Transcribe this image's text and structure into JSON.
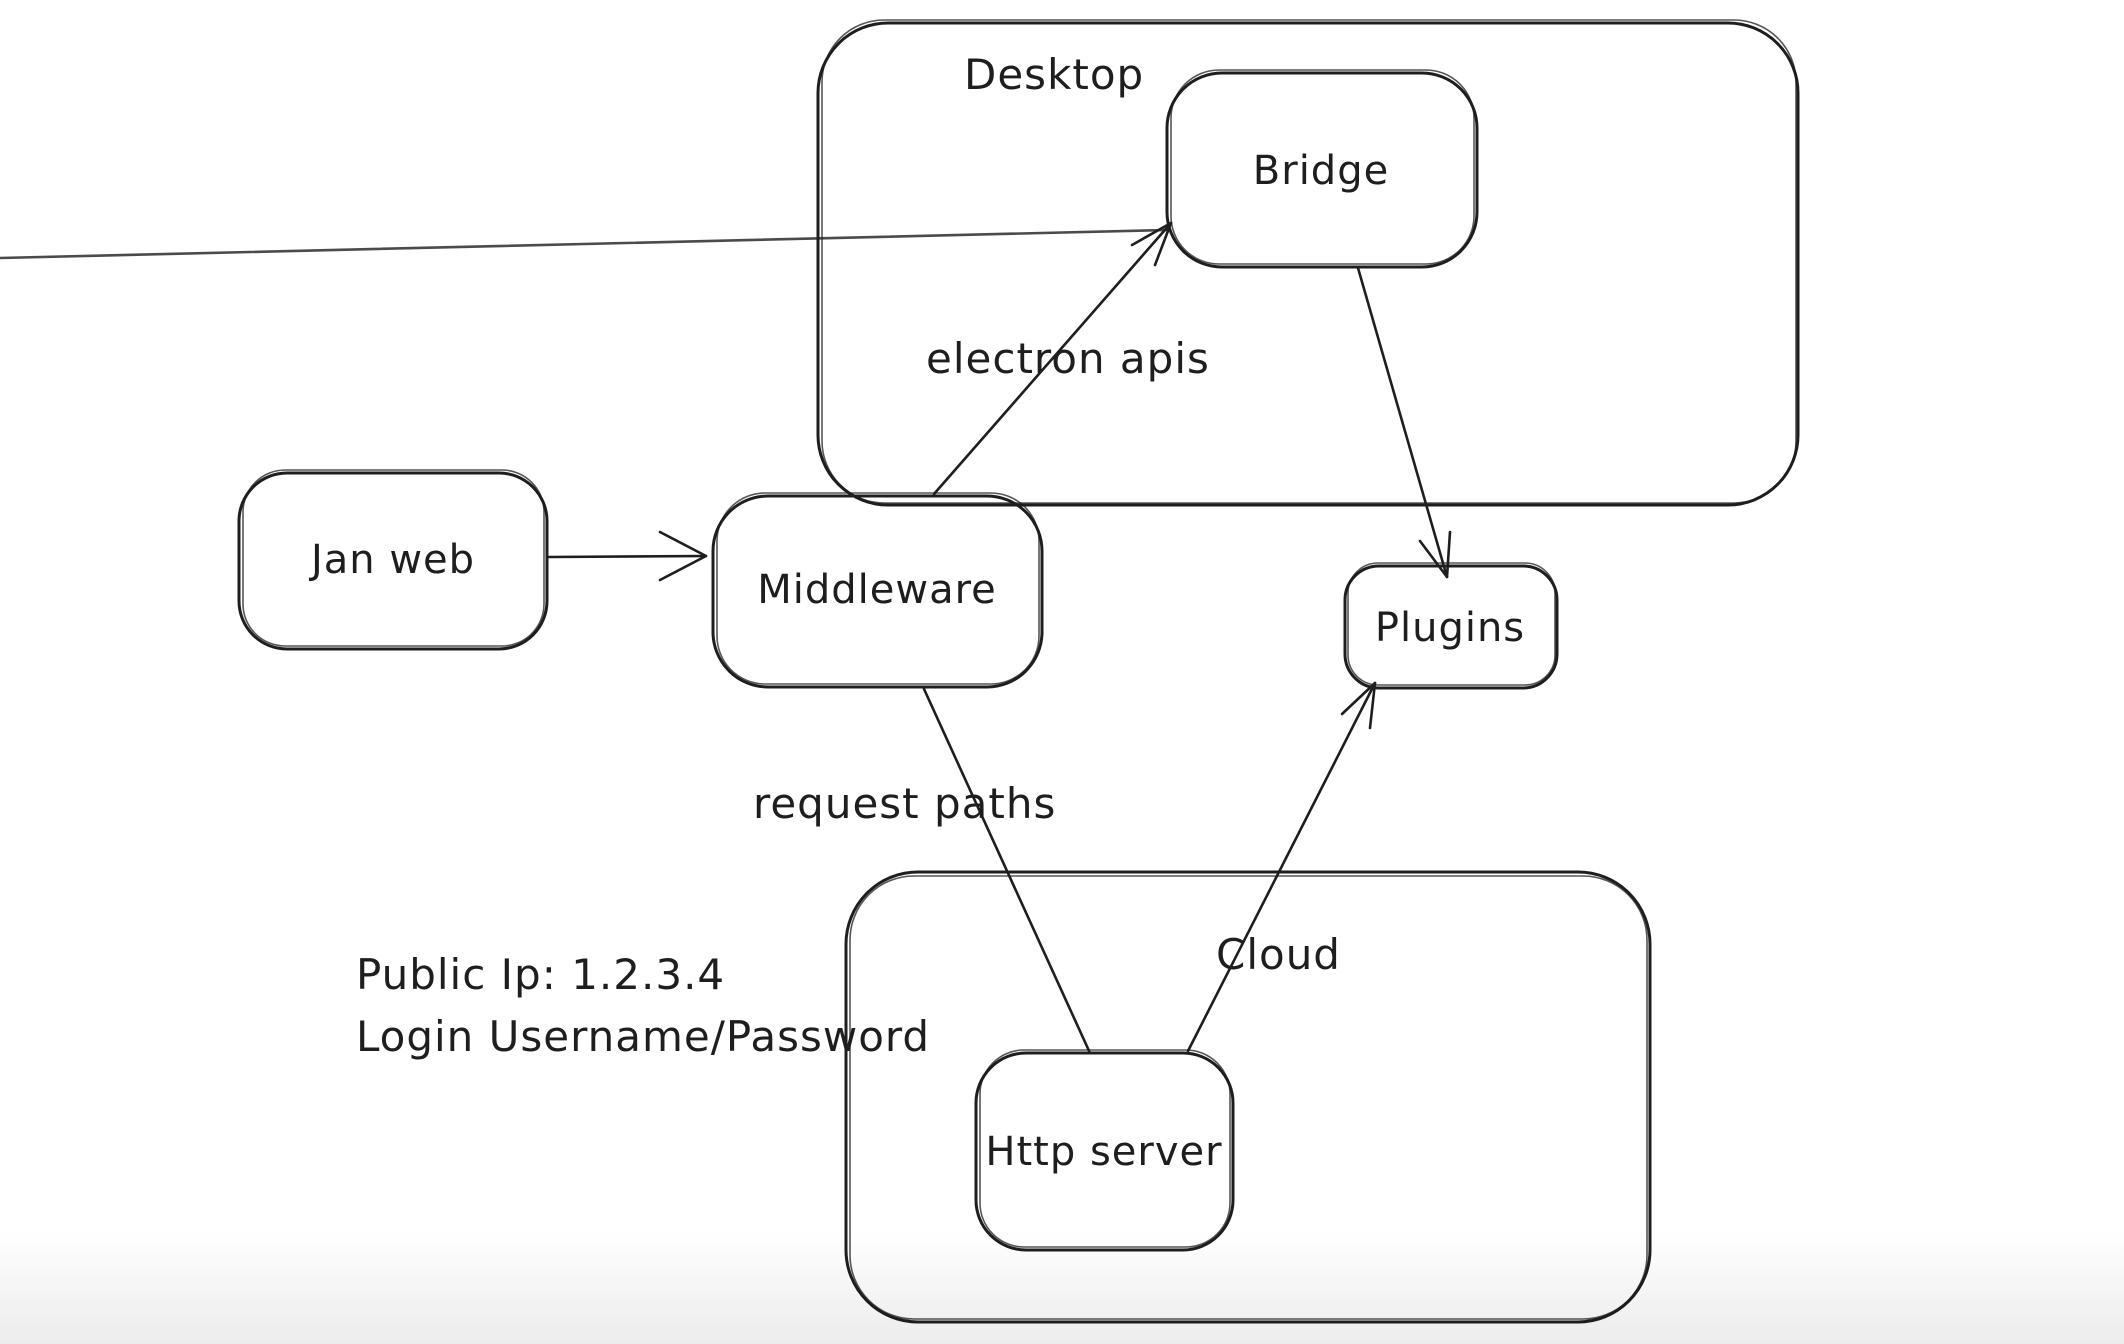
{
  "canvas": {
    "background": "#ffffff",
    "stroke_color": "#1e1e1e"
  },
  "containers": [
    {
      "id": "desktop",
      "label": "Desktop"
    },
    {
      "id": "cloud",
      "label": "Cloud"
    }
  ],
  "nodes": [
    {
      "id": "jan-web",
      "label": "Jan web"
    },
    {
      "id": "middleware",
      "label": "Middleware"
    },
    {
      "id": "bridge",
      "label": "Bridge"
    },
    {
      "id": "plugins",
      "label": "Plugins"
    },
    {
      "id": "http-server",
      "label": "Http server"
    }
  ],
  "edges": [
    {
      "id": "jan-web-to-middleware",
      "from": "Jan web",
      "to": "Middleware",
      "label": "",
      "arrowhead": true
    },
    {
      "id": "middleware-to-bridge",
      "from": "Middleware",
      "to": "Bridge",
      "label": "electron apis",
      "arrowhead": true
    },
    {
      "id": "bridge-to-plugins",
      "from": "Bridge",
      "to": "Plugins",
      "label": "",
      "arrowhead": true
    },
    {
      "id": "middleware-to-http-server",
      "from": "Middleware",
      "to": "Http server",
      "label": "request paths",
      "arrowhead": false
    },
    {
      "id": "http-server-to-plugins",
      "from": "Http server",
      "to": "Plugins",
      "label": "",
      "arrowhead": true
    }
  ],
  "notes": {
    "line1": "Public Ip: 1.2.3.4",
    "line2": "Login Username/Password"
  }
}
